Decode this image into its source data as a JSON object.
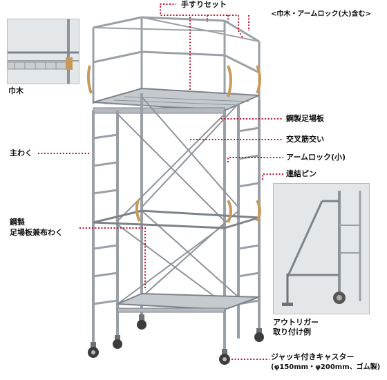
{
  "labels": {
    "handrail_set": "手すりセット",
    "handrail_set_note": "<巾木・アームロック(大)含む>",
    "toe_board": "巾木",
    "main_frame": "主わく",
    "steel_deck": "鋼製足場板",
    "cross_brace": "交叉筋交い",
    "arm_lock_small": "アームロック(小)",
    "connecting_pin": "連結ピン",
    "steel_line1": "鋼製",
    "steel_line2": "足場板兼布わく",
    "outrigger_line1": "アウトリガー",
    "outrigger_line2": "取り付け例",
    "caster_line1": "ジャッキ付きキャスター",
    "caster_line2": "(φ150mm・φ200mm、ゴム製)"
  },
  "colors": {
    "leader": "#c8102e",
    "frame": "#9aa0a6",
    "frame_dark": "#6c7278",
    "clamp": "#c89a5a",
    "inset_bg": "#dfe3e6"
  }
}
